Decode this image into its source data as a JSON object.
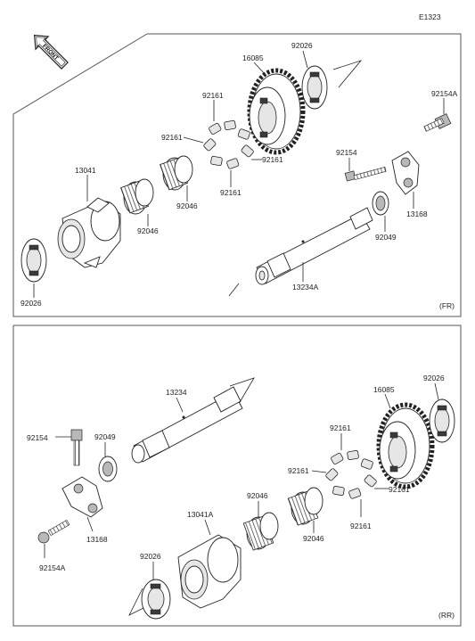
{
  "diagram_id": "E1323",
  "front_label": "FRONT",
  "top_panel": {
    "region": "(FR)",
    "labels": {
      "p13041": "13041",
      "p92026_left": "92026",
      "p92046_a": "92046",
      "p92046_b": "92046",
      "p92161_top": "92161",
      "p92161_left": "92161",
      "p92161_right": "92161",
      "p92161_bottom": "92161",
      "p16085": "16085",
      "p92026_right": "92026",
      "p92154A": "92154A",
      "p92154": "92154",
      "p13168": "13168",
      "p92049": "92049",
      "p13234A": "13234A"
    }
  },
  "bottom_panel": {
    "region": "(RR)",
    "labels": {
      "p13234": "13234",
      "p92154": "92154",
      "p92049": "92049",
      "p13168": "13168",
      "p92154A": "92154A",
      "p13041A": "13041A",
      "p92026_left": "92026",
      "p92046_a": "92046",
      "p92046_b": "92046",
      "p92161_top": "92161",
      "p92161_left": "92161",
      "p92161_right": "92161",
      "p92161_bottom": "92161",
      "p16085": "16085",
      "p92026_right": "92026"
    }
  }
}
